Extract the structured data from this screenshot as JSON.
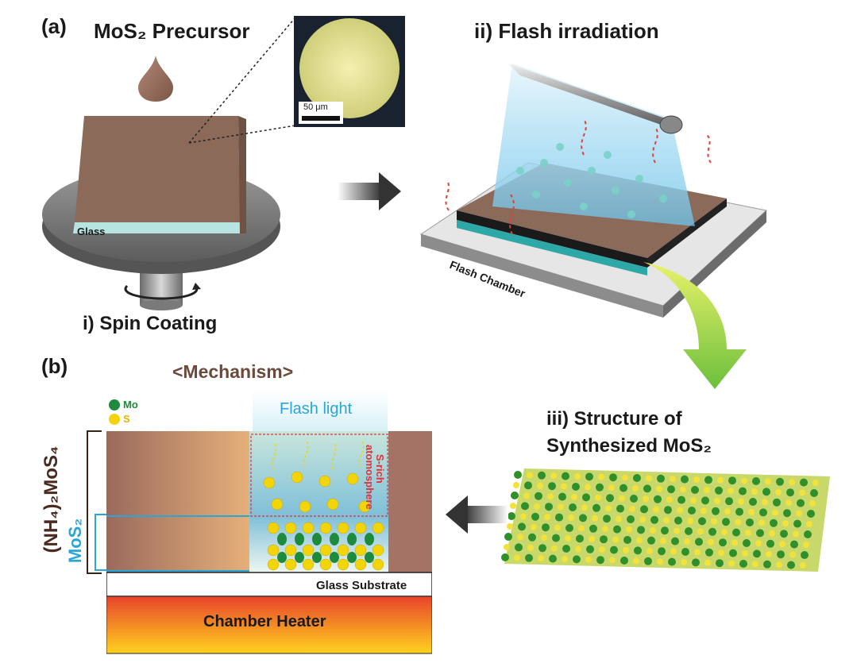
{
  "panel_a": {
    "label": "(a)",
    "precursor_title": "MoS₂ Precursor",
    "inset_scale": "50 μm",
    "glass_label": "Glass",
    "spin_coating_label": "i) Spin Coating",
    "flash_title": "ii) Flash irradiation",
    "flash_chamber_label": "Flash Chamber",
    "structure_title_line1": "iii) Structure of",
    "structure_title_line2": "Synthesized MoS₂"
  },
  "panel_b": {
    "label": "(b)",
    "mechanism_title": "<Mechanism>",
    "legend": [
      {
        "label": "Mo",
        "color": "#1e8a3c"
      },
      {
        "label": "S",
        "color": "#f2d40a"
      }
    ],
    "flash_light_label": "Flash light",
    "atmosphere_label_line1": "S-rich",
    "atmosphere_label_line2": "atomosphere",
    "precursor_axis_label": "(NH₄)₂MoS₄",
    "mos2_axis_label": "MoS₂",
    "glass_substrate_label": "Glass Substrate",
    "heater_label": "Chamber Heater"
  },
  "colors": {
    "film_brown": "#8b6a5a",
    "flash_blue": "#2aa5d8",
    "atmosphere_red": "#e0303a",
    "mo_green": "#1e8a3c",
    "s_yellow": "#f2d40a"
  }
}
